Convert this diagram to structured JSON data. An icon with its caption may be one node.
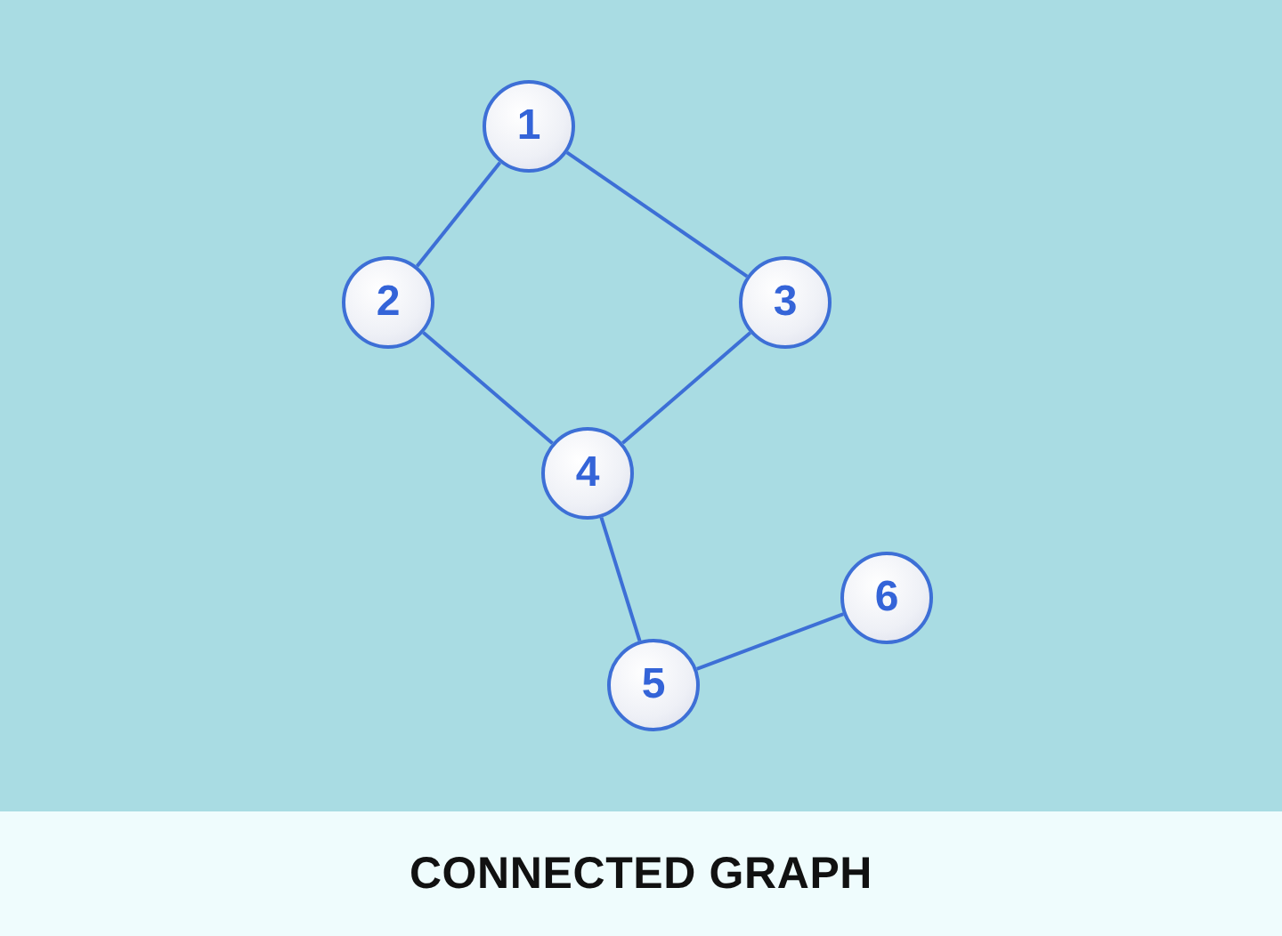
{
  "diagram": {
    "title": "CONNECTED GRAPH",
    "nodes": [
      {
        "text": [
          "1"
        ]
      },
      {
        "text": [
          "2"
        ]
      },
      {
        "text": [
          "3"
        ]
      },
      {
        "text": [
          "4"
        ]
      },
      {
        "text": [
          "5"
        ]
      },
      {
        "text": [
          "6"
        ]
      }
    ],
    "edges": [
      {
        "from": 0,
        "to": 1,
        "arrow": "none"
      },
      {
        "from": 0,
        "to": 2,
        "arrow": "none"
      },
      {
        "from": 1,
        "to": 3,
        "arrow": "none"
      },
      {
        "from": 2,
        "to": 3,
        "arrow": "none"
      },
      {
        "from": 3,
        "to": 4,
        "arrow": "none"
      },
      {
        "from": 4,
        "to": 5,
        "arrow": "none"
      }
    ]
  }
}
